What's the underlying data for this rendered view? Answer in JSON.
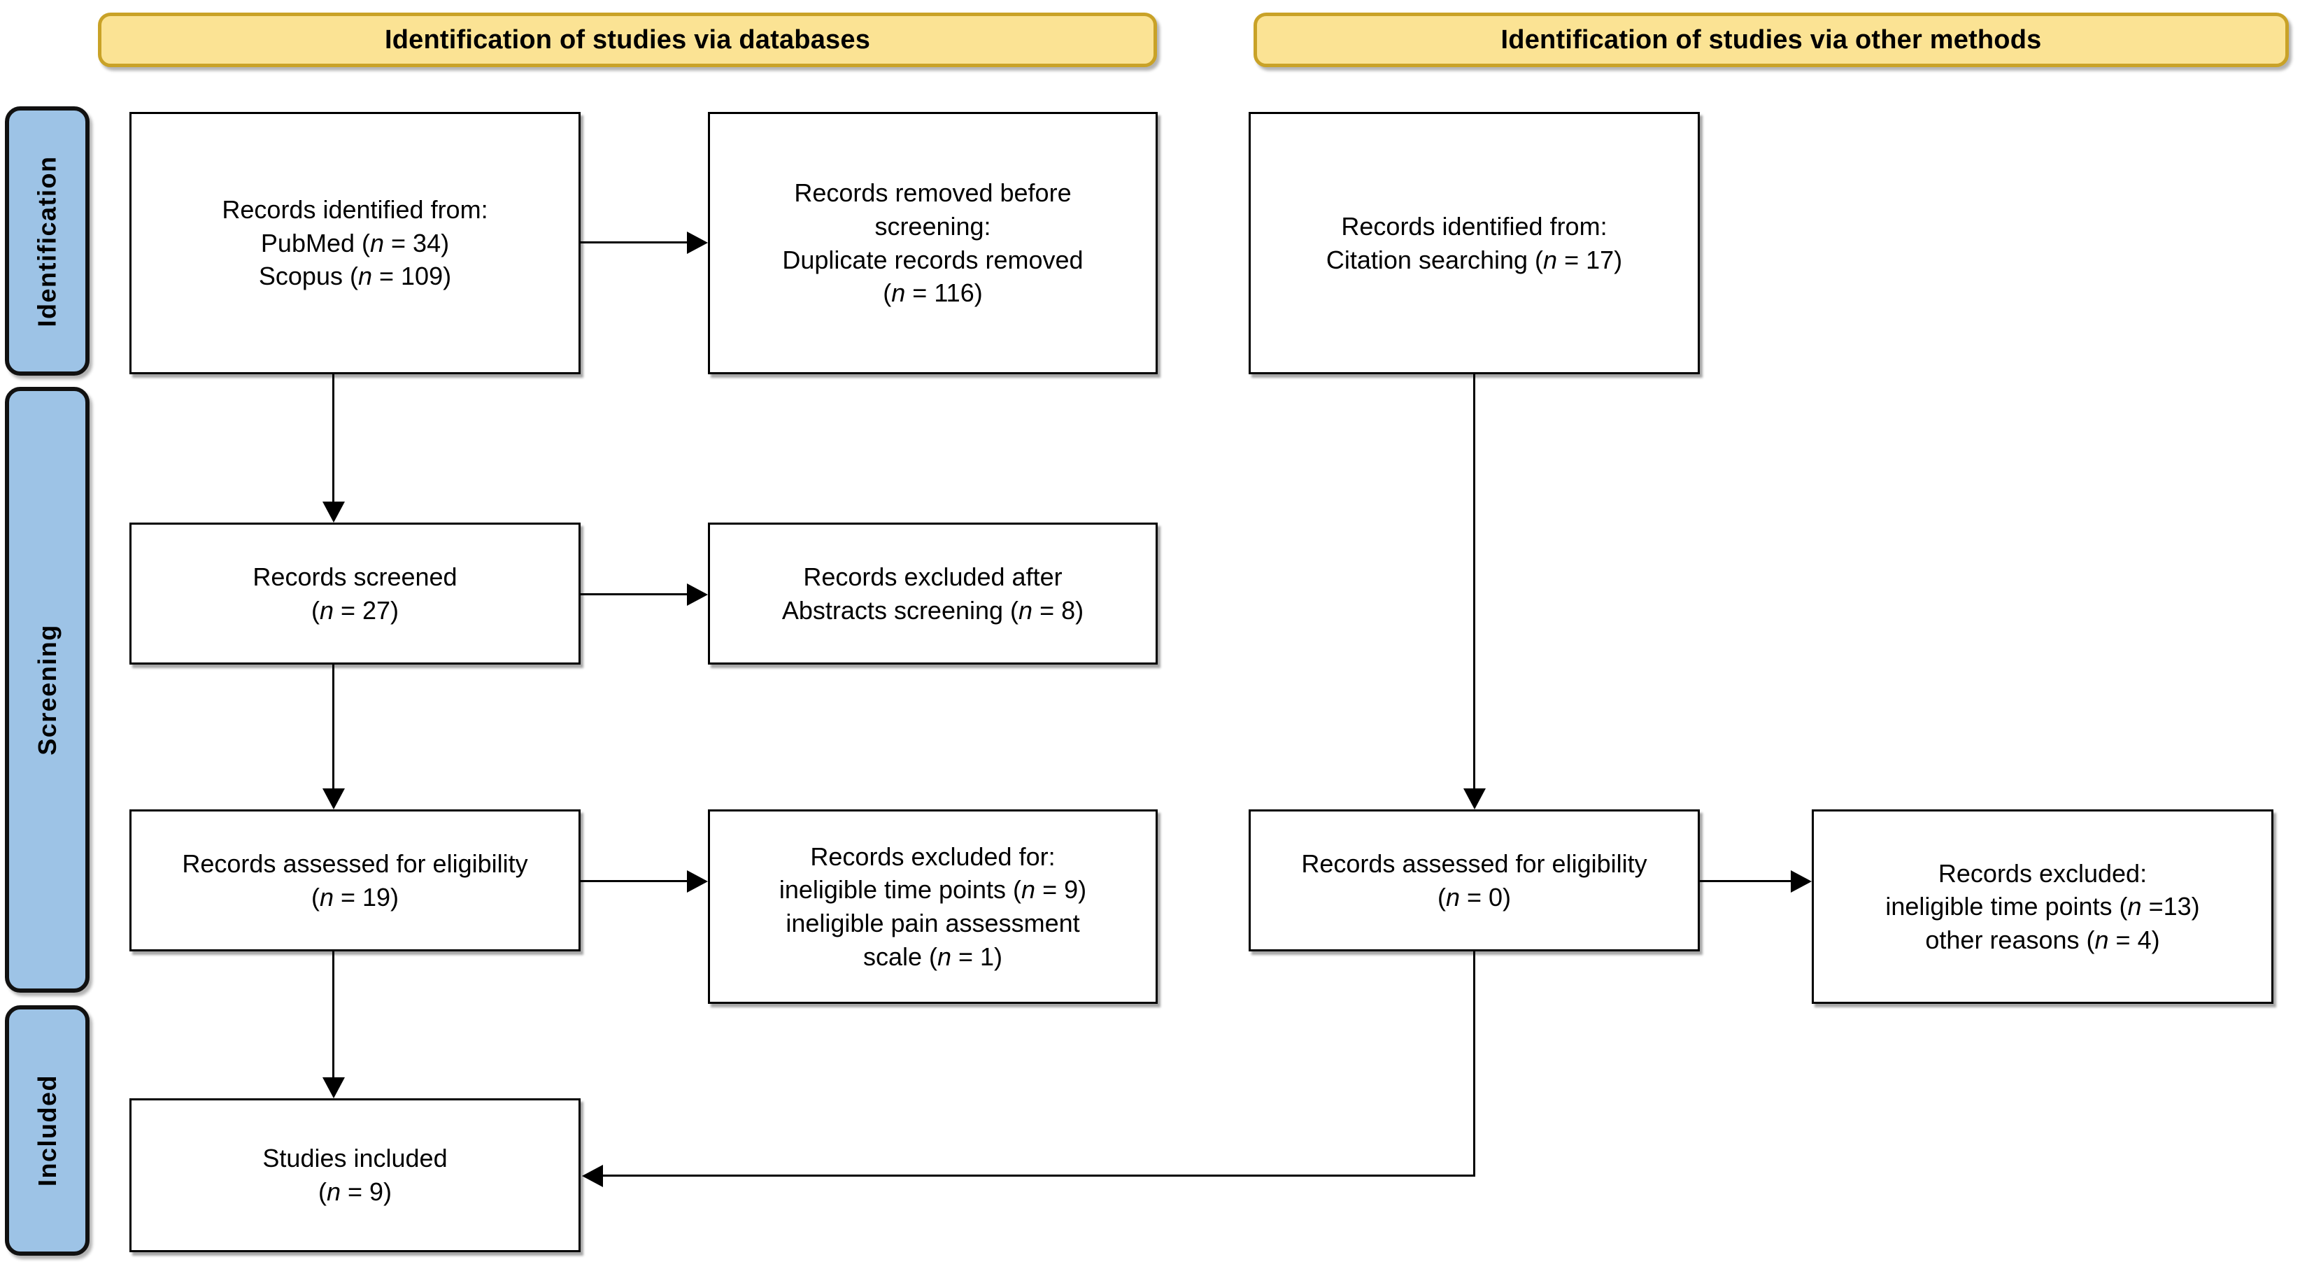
{
  "diagram": {
    "type": "prisma-flow-diagram",
    "banners": [
      {
        "id": "databases",
        "label": "Identification of studies via databases"
      },
      {
        "id": "other-methods",
        "label": "Identification of studies via other methods"
      }
    ],
    "stages": [
      {
        "id": "identification",
        "label": "Identification"
      },
      {
        "id": "screening",
        "label": "Screening"
      },
      {
        "id": "included",
        "label": "Included"
      }
    ],
    "boxes": {
      "records_identified_db": "Records identified from:\nPubMed (n = 34)\nScopus (n = 109)",
      "records_removed": "Records removed before\nscreening:\nDuplicate records removed\n(n = 116)",
      "records_identified_other": "Records identified from:\nCitation searching (n = 17)",
      "records_screened": "Records screened\n(n = 27)",
      "records_excluded_abstract": "Records excluded after\nAbstracts screening (n = 8)",
      "records_assessed_db": "Records assessed for eligibility\n(n = 19)",
      "records_excluded_db": "Records excluded for:\nineligible time points (n = 9)\nineligible pain assessment\nscale (n = 1)",
      "records_assessed_other": "Records assessed for eligibility\n(n = 0)",
      "records_excluded_other": "Records excluded:\nineligible time points (n =13)\nother reasons (n = 4)",
      "studies_included": "Studies included\n(n = 9)"
    },
    "counts": {
      "pubmed": 34,
      "scopus": 109,
      "duplicates_removed": 116,
      "citation_searching": 17,
      "records_screened": 27,
      "excluded_abstracts": 8,
      "assessed_db": 19,
      "excluded_ineligible_time_points_db": 9,
      "excluded_pain_scale_db": 1,
      "assessed_other": 0,
      "excluded_ineligible_time_points_other": 13,
      "excluded_other_reasons": 4,
      "studies_included": 9
    },
    "colors": {
      "banner_fill": "#fbe394",
      "banner_border": "#c9a227",
      "stage_fill": "#9dc3e6",
      "stage_border": "#111111",
      "box_fill": "#ffffff",
      "box_border": "#000000",
      "connector": "#000000"
    }
  }
}
